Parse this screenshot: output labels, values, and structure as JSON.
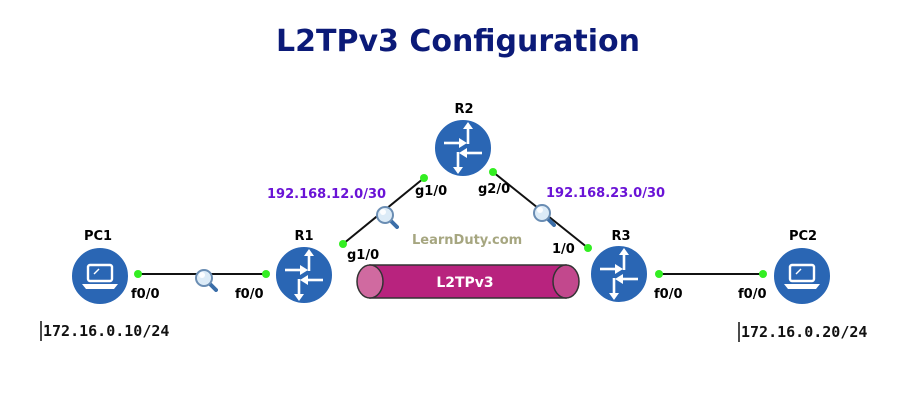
{
  "title": "L2TPv3 Configuration",
  "devices": {
    "pc1": "PC1",
    "pc2": "PC2",
    "r1": "R1",
    "r2": "R2",
    "r3": "R3"
  },
  "interfaces": {
    "pc1_f00": "f0/0",
    "r1_f00": "f0/0",
    "r1_g10": "g1/0",
    "r2_g10": "g1/0",
    "r2_g20": "g2/0",
    "r3_10": "1/0",
    "r3_f00": "f0/0",
    "pc2_f00": "f0/0"
  },
  "networks": {
    "r1_r2": "192.168.12.0/30",
    "r2_r3": "192.168.23.0/30"
  },
  "hosts": {
    "pc1_ip": "172.16.0.10/24",
    "pc2_ip": "172.16.0.20/24"
  },
  "tunnel_label": "L2TPv3",
  "watermark": "LearnDuty.com",
  "colors": {
    "title": "#0b1a78",
    "device_fill": "#2a66b4",
    "link_dot": "#33ee22",
    "network_text": "#6a13d6",
    "tunnel_fill": "#b8237e",
    "tunnel_end": "#d06aa0"
  },
  "icons": {
    "pc": "laptop-icon",
    "router": "router-icon",
    "capture": "magnifier-icon"
  }
}
